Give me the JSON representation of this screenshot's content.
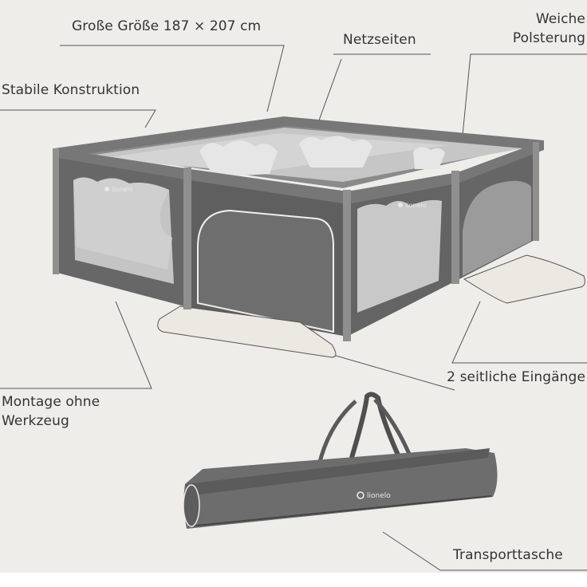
{
  "labels": {
    "size": "Große Größe 187 × 207 cm",
    "mesh": "Netzseiten",
    "padding_line1": "Weiche",
    "padding_line2": "Polsterung",
    "construction": "Stabile Konstruktion",
    "assembly_line1": "Montage ohne",
    "assembly_line2": "Werkzeug",
    "entrances": "2 seitliche Eingänge",
    "bag": "Transporttasche"
  },
  "brand": {
    "logo_text": "lionelo"
  },
  "colors": {
    "background": "#efedea",
    "frame": "#6a6a6a",
    "mesh": "#bfbfbf",
    "label_text": "#333333"
  }
}
